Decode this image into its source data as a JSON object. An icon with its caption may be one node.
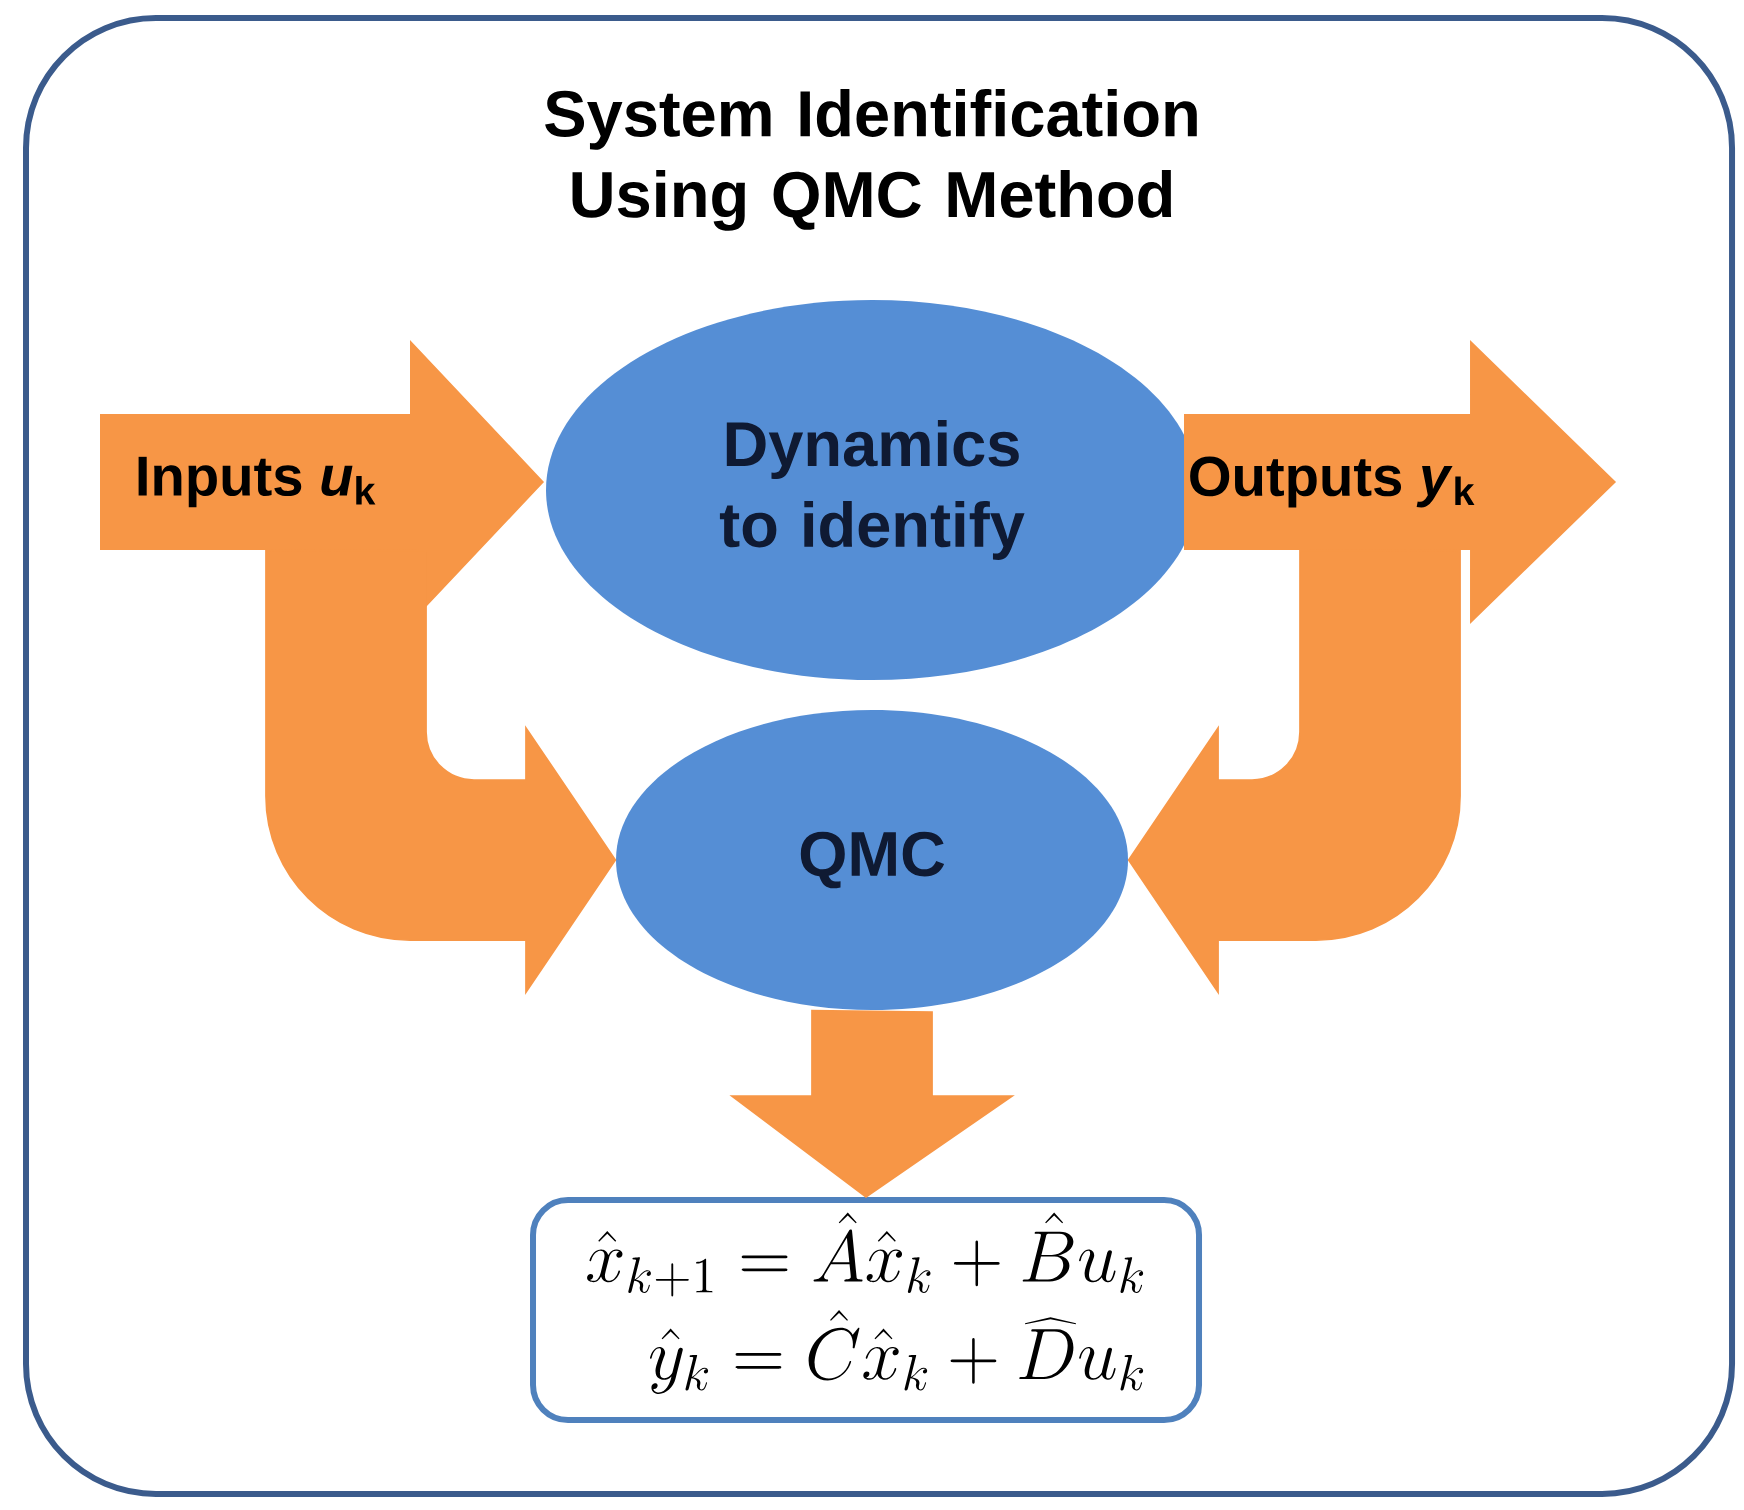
{
  "diagram": {
    "title": "System Identification Using QMC Method",
    "nodes": [
      {
        "text": [
          "Inputs *u*$_{k}$"
        ]
      },
      {
        "text": [
          "Dynamics to identify"
        ]
      },
      {
        "text": [
          "Outputs *y*$_{k}$"
        ]
      },
      {
        "text": [
          "QMC"
        ]
      },
      {
        "text": [
          "\\hat{x}_{k+1} = \\hat{A}\\hat{x}_k + \\hat{B}u_k",
          "\\hat{y}_k = \\hat{C}\\hat{x}_k + \\widehat{D}u_k"
        ]
      }
    ],
    "edges": [
      {
        "from": 0,
        "to": 3,
        "arrow": "to",
        "style": "thick"
      },
      {
        "from": 2,
        "to": 3,
        "arrow": "to",
        "style": "thick"
      },
      {
        "from": 3,
        "to": 4,
        "arrow": "to",
        "style": "thick"
      }
    ]
  }
}
